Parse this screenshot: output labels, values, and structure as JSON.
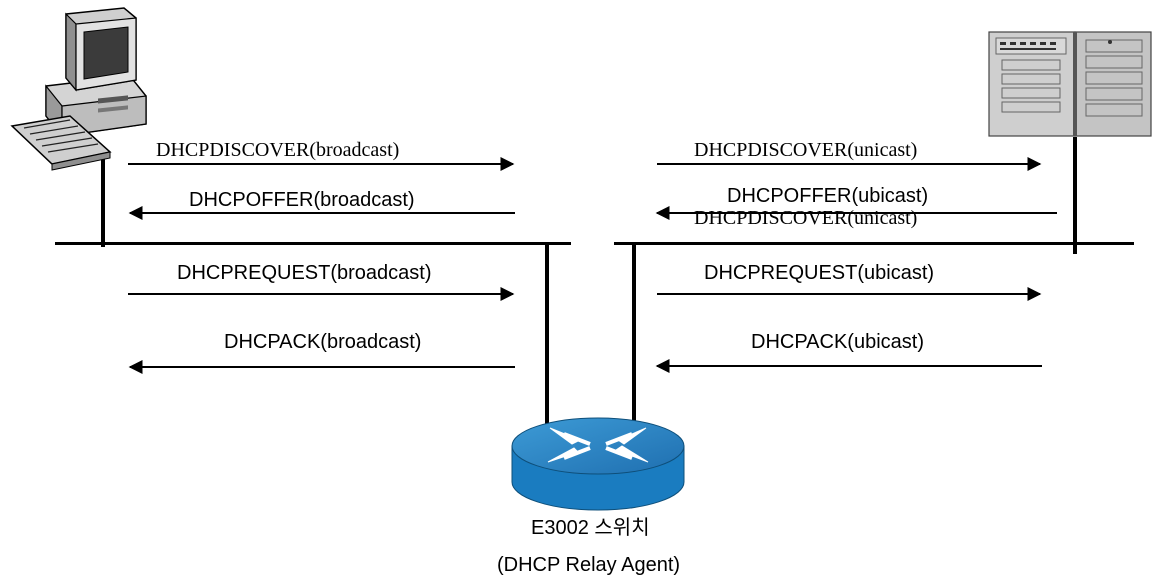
{
  "client": {
    "icon": "desktop-computer-icon"
  },
  "server": {
    "icon": "server-tower-icon"
  },
  "relay": {
    "icon": "router-icon",
    "name": "E3002 스위치",
    "role": "(DHCP Relay Agent)"
  },
  "left_messages": {
    "discover": "DHCPDISCOVER(broadcast)",
    "offer": "DHCPOFFER(broadcast)",
    "request": "DHCPREQUEST(broadcast)",
    "ack": "DHCPACK(broadcast)"
  },
  "right_messages": {
    "discover": "DHCPDISCOVER(unicast)",
    "offer": "DHCPOFFER(ubicast)",
    "offer_overlay": "DHCPDISCOVER(unicast)",
    "request": "DHCPREQUEST(ubicast)",
    "ack": "DHCPACK(ubicast)"
  }
}
